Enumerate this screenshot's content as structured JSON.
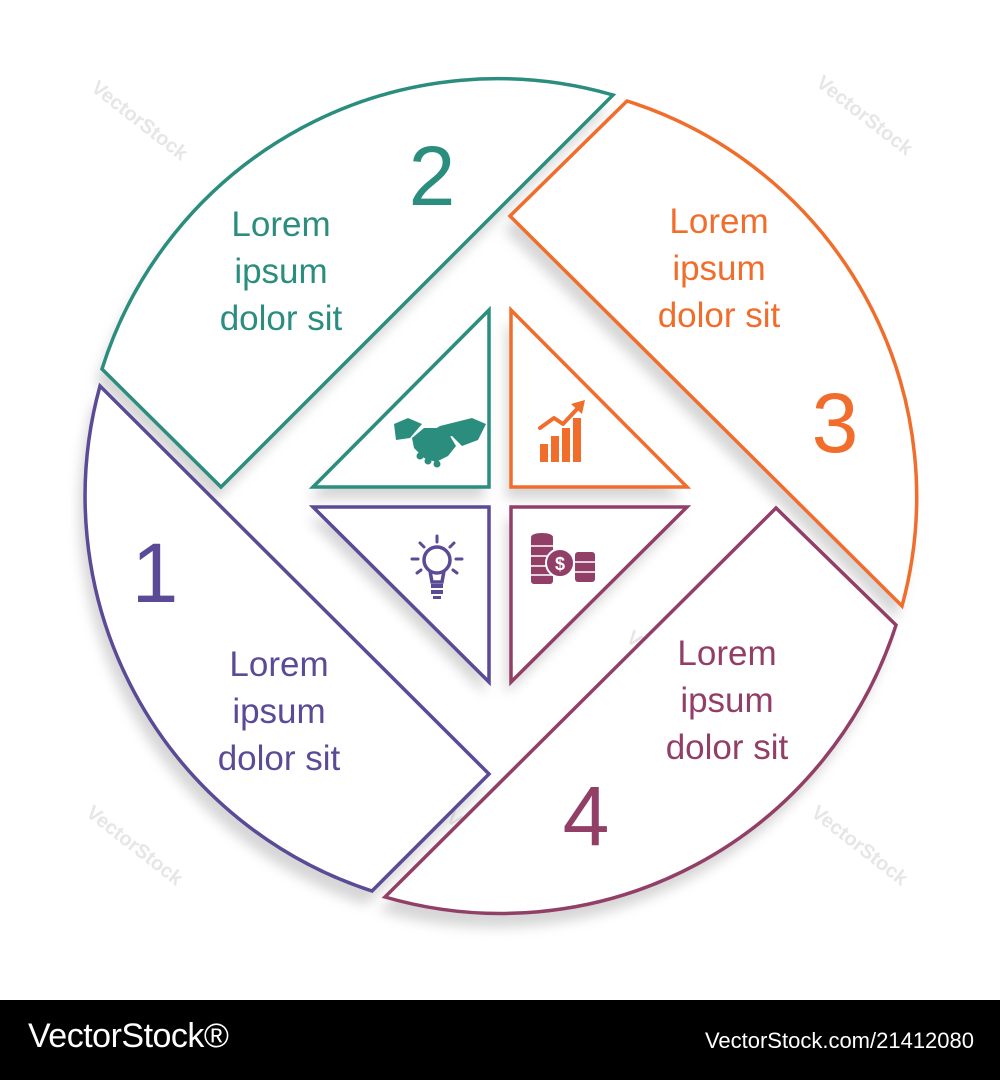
{
  "diagram": {
    "segments": [
      {
        "number": "1",
        "lines": [
          "Lorem",
          "ipsum",
          "dolor sit"
        ],
        "color": "#5b4a96",
        "icon": "lightbulb-icon"
      },
      {
        "number": "2",
        "lines": [
          "Lorem",
          "ipsum",
          "dolor sit"
        ],
        "color": "#2a8d7e",
        "icon": "handshake-icon"
      },
      {
        "number": "3",
        "lines": [
          "Lorem",
          "ipsum",
          "dolor sit"
        ],
        "color": "#f06d2b",
        "icon": "growth-chart-icon"
      },
      {
        "number": "4",
        "lines": [
          "Lorem",
          "ipsum",
          "dolor sit"
        ],
        "color": "#923f68",
        "icon": "coins-icon"
      }
    ]
  },
  "watermark": "VectorStock",
  "footer": {
    "brand": "VectorStock®",
    "image_id": "VectorStock.com/21412080"
  }
}
